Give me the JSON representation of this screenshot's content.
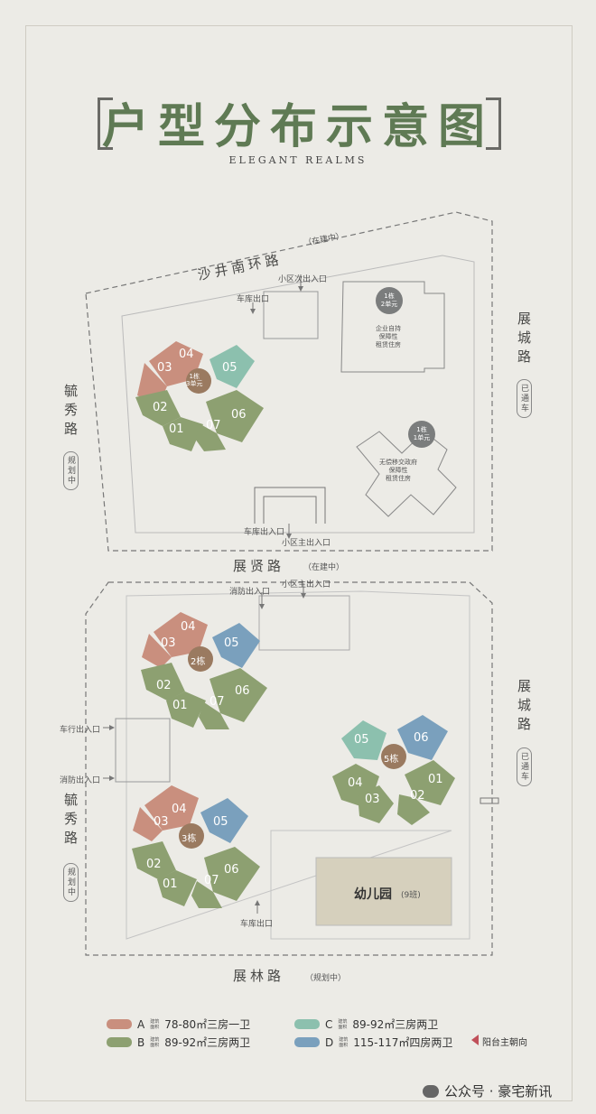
{
  "title": "户型分布示意图",
  "subtitle": "ELEGANT REALMS",
  "roads": {
    "north": "沙井南环路",
    "north_status": "（在建中）",
    "east_top": "展城路",
    "east_top_status": "已通车",
    "west_top": "毓秀路",
    "west_top_status": "规划中",
    "middle": "展贤路",
    "middle_status": "（在建中）",
    "east_bottom": "展城路",
    "east_bottom_status": "已通车",
    "west_bottom": "毓秀路",
    "west_bottom_status": "规划中",
    "south": "展林路",
    "south_status": "（规划中）"
  },
  "entrances": {
    "top_secondary": "小区次出入口",
    "top_garage": "车库出口",
    "top_garage_in": "车库出入口",
    "top_main": "小区主出入口",
    "bottom_fire_top": "消防出入口",
    "bottom_main": "小区主出入口",
    "bottom_vehicle": "车行出入口",
    "bottom_fire_left": "消防出入口",
    "bottom_garage": "车库出口"
  },
  "buildings": {
    "b1_3": "1栋\n3单元",
    "b1_2": "1栋\n2单元",
    "b1_2_desc": "企业自持\n保障性\n租赁住房",
    "b1_1": "1栋\n1单元",
    "b1_1_desc": "无偿移交政府\n保障性\n租赁住房",
    "b2": "2栋",
    "b3": "3栋",
    "b5": "5栋",
    "kindergarten": "幼儿园",
    "kindergarten_note": "(9班)"
  },
  "units": [
    "01",
    "02",
    "03",
    "04",
    "05",
    "06",
    "07"
  ],
  "legend": {
    "a_letter": "A",
    "a_tag": "建筑\n面积",
    "a_text": "78-80㎡三房一卫",
    "b_letter": "B",
    "b_tag": "建筑\n面积",
    "b_text": "89-92㎡三房两卫",
    "c_letter": "C",
    "c_tag": "建筑\n面积",
    "c_text": "89-92㎡三房两卫",
    "d_letter": "D",
    "d_tag": "建筑\n面积",
    "d_text": "115-117㎡四房两卫",
    "balcony": "阳台主朝向"
  },
  "colors": {
    "A": "#c98f7e",
    "B": "#8da071",
    "C": "#8cc0ae",
    "D": "#7aa0bd",
    "building_center": "#9a7a60",
    "title": "#5f7a54"
  },
  "watermark": "公众号 · 豪宅新讯"
}
